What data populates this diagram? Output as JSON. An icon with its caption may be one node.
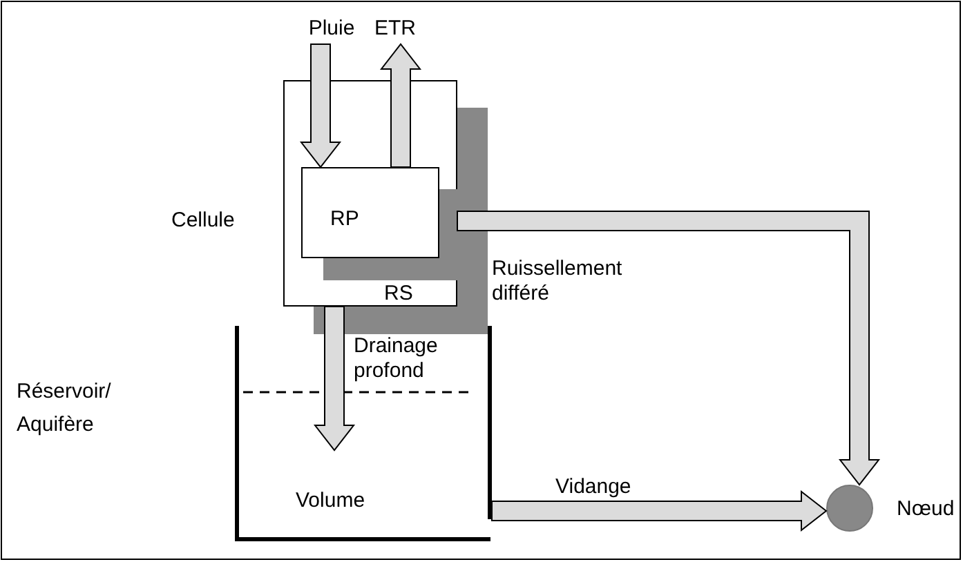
{
  "diagram": {
    "nodes": [
      {
        "text": [
          "Pluie"
        ]
      },
      {
        "text": [
          "ETR"
        ]
      },
      {
        "text": [
          "Cellule",
          "RS"
        ]
      },
      {
        "text": [
          "RP"
        ],
        "in": 2
      },
      {
        "text": [
          "Réservoir/ Aquifère",
          "Volume"
        ]
      },
      {
        "text": [],
        "shape": "circle",
        "beside": [
          "Nœud"
        ]
      }
    ],
    "edges": [
      {
        "from": 0,
        "to": 3,
        "arrow": "to"
      },
      {
        "from": 3,
        "to": 1,
        "arrow": "to"
      },
      {
        "from": 2,
        "to": 4,
        "arrow": "to",
        "label": "Drainage profond"
      },
      {
        "from": 2,
        "to": 5,
        "arrow": "to",
        "label": "Ruissellement différé"
      },
      {
        "from": 4,
        "to": 5,
        "arrow": "to",
        "label": "Vidange"
      }
    ]
  }
}
